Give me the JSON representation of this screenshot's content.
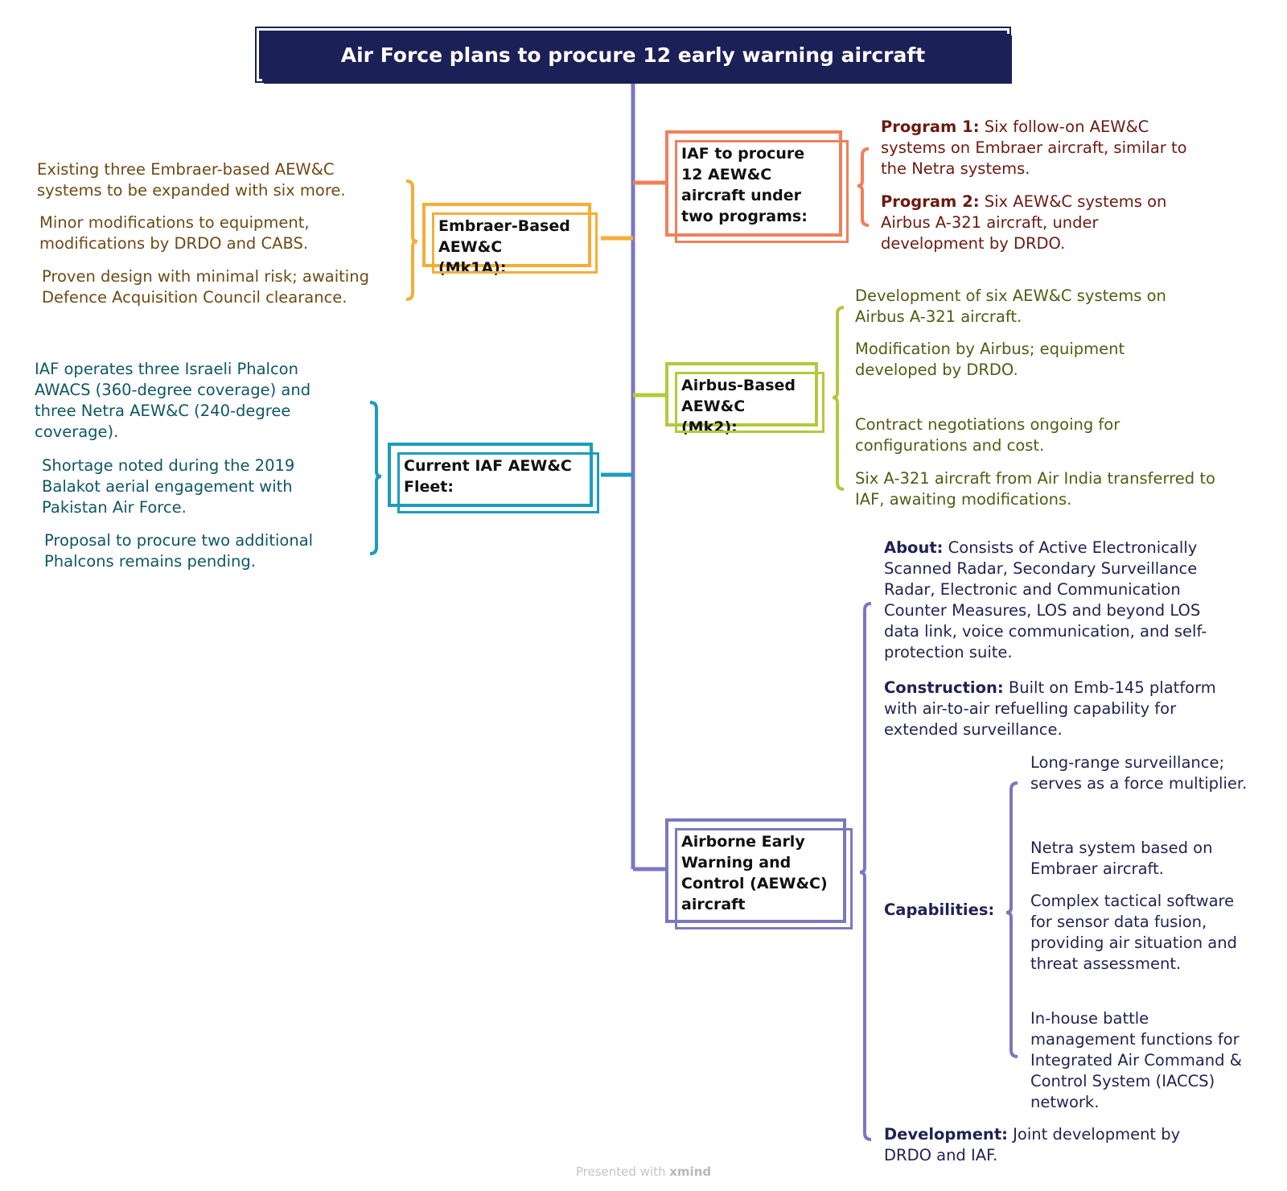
{
  "title": "Air Force plans to procure 12 early warning aircraft",
  "colors": {
    "title_bg": "#1b2056",
    "spine": "#7b78c0",
    "program": "#f0805a",
    "embraer": "#f6ad35",
    "airbus": "#b4c93a",
    "fleet": "#1c9cbd",
    "aewc": "#7b78c0"
  },
  "branches": {
    "programs": {
      "label": "IAF to procure 12 AEW&C aircraft under two programs:",
      "items": [
        {
          "bold": "Program 1:",
          "text": " Six follow-on AEW&C systems on Embraer aircraft, similar to the Netra systems."
        },
        {
          "bold": "Program 2:",
          "text": " Six AEW&C systems on Airbus A-321 aircraft, under development by DRDO."
        }
      ]
    },
    "embraer": {
      "label": "Embraer-Based AEW&C (Mk1A):",
      "items": [
        "Existing three Embraer-based AEW&C systems to be expanded with six more.",
        "Minor modifications to equipment, modifications by DRDO and CABS.",
        "Proven design with minimal risk; awaiting Defence Acquisition Council clearance."
      ]
    },
    "airbus": {
      "label": "Airbus-Based AEW&C (Mk2):",
      "items": [
        "Development of six AEW&C systems on Airbus A-321 aircraft.",
        "Modification by Airbus; equipment developed by DRDO.",
        "Contract negotiations ongoing for configurations and cost.",
        "Six A-321 aircraft from Air India transferred to IAF, awaiting modifications."
      ]
    },
    "fleet": {
      "label": "Current IAF AEW&C Fleet:",
      "items": [
        "IAF operates three Israeli Phalcon AWACS (360-degree coverage) and three Netra AEW&C (240-degree coverage).",
        "Shortage noted during the 2019 Balakot aerial engagement with Pakistan Air Force.",
        "Proposal to procure two additional Phalcons remains pending."
      ]
    },
    "aewc": {
      "label": "Airborne Early Warning and Control (AEW&C) aircraft",
      "about_bold": "About:",
      "about_text": " Consists of Active Electronically Scanned Radar, Secondary Surveillance Radar, Electronic and Communication Counter Measures, LOS and beyond LOS data link, voice communication, and self-protection suite.",
      "construction_bold": "Construction:",
      "construction_text": " Built on Emb-145 platform with air-to-air refuelling capability for extended surveillance.",
      "capabilities_label": "Capabilities:",
      "capabilities": [
        "Long-range surveillance; serves as a force multiplier.",
        "Netra system based on Embraer aircraft.",
        "Complex tactical software for sensor data fusion, providing air situation and threat assessment.",
        "In-house battle management functions for Integrated Air Command & Control System (IACCS) network."
      ],
      "development_bold": "Development:",
      "development_text": " Joint development by DRDO and IAF."
    }
  },
  "footer": {
    "prefix": "Presented with ",
    "brand": "xmind"
  }
}
